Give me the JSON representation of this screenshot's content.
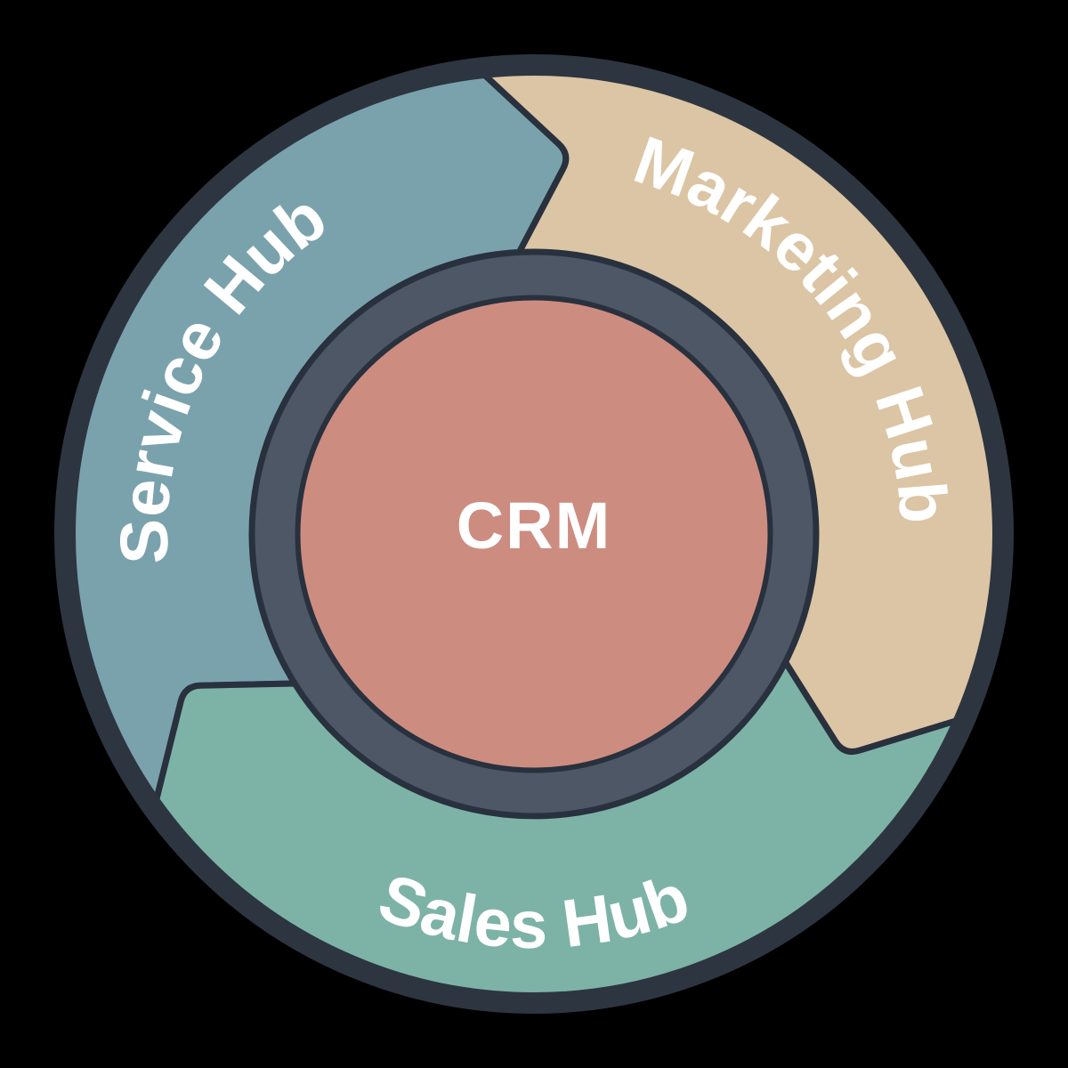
{
  "diagram": {
    "type": "flywheel",
    "center": {
      "label": "CRM",
      "fill_color": "#cd8c80"
    },
    "segments": [
      {
        "label": "Service Hub",
        "fill_color": "#7aa2ad"
      },
      {
        "label": "Marketing Hub",
        "fill_color": "#dbc5a4"
      },
      {
        "label": "Sales Hub",
        "fill_color": "#7db3a6"
      }
    ],
    "ring_color": "#4d5766",
    "outline_color": "#28313d",
    "outer_border_color": "#2d3540",
    "label_text_color": "#ffffff",
    "background_color": "#000000"
  }
}
